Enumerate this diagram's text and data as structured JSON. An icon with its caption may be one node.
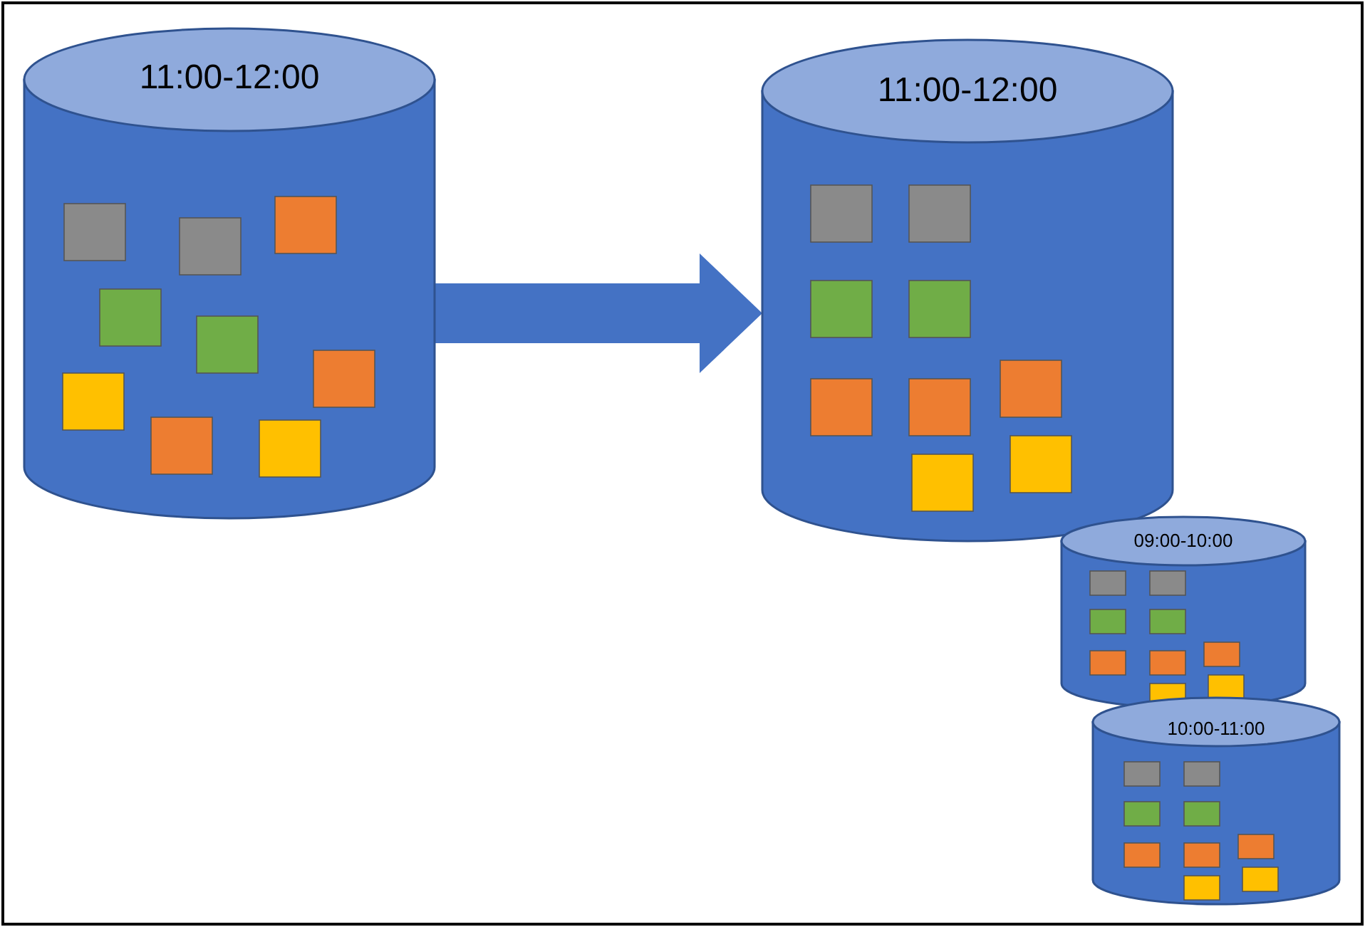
{
  "diagram": {
    "nodes": [
      {
        "text": [
          "11:00-12:00"
        ]
      },
      {
        "text": [
          "11:00-12:00"
        ]
      },
      {
        "text": [
          "09:00-10:00"
        ]
      },
      {
        "text": [
          "10:00-11:00"
        ]
      }
    ],
    "edges": [
      {
        "from": 0,
        "to": 1,
        "arrow": "to"
      }
    ]
  }
}
